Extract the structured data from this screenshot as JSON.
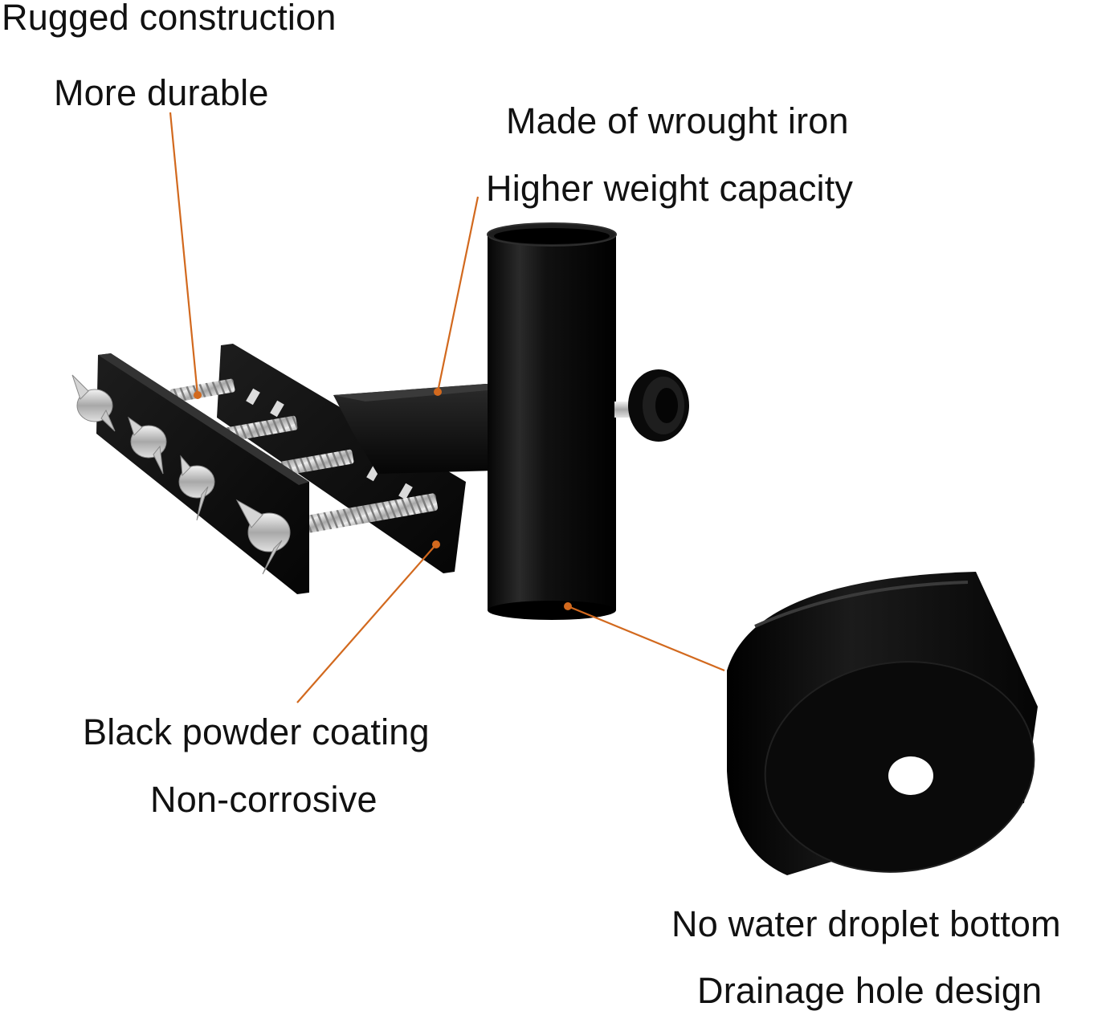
{
  "callouts": {
    "construction": {
      "line1": "Rugged construction",
      "line2": "More durable"
    },
    "material": {
      "line1": "Made of wrought iron",
      "line2": "Higher weight capacity"
    },
    "coating": {
      "line1": "Black powder coating",
      "line2": "Non-corrosive"
    },
    "bottom": {
      "line1": "No water droplet bottom",
      "line2": "Drainage hole design"
    }
  },
  "colors": {
    "leader_line": "#d2691e",
    "product_body": "#0c0c0c",
    "steel": "#c9c9c9",
    "background": "#ffffff"
  }
}
